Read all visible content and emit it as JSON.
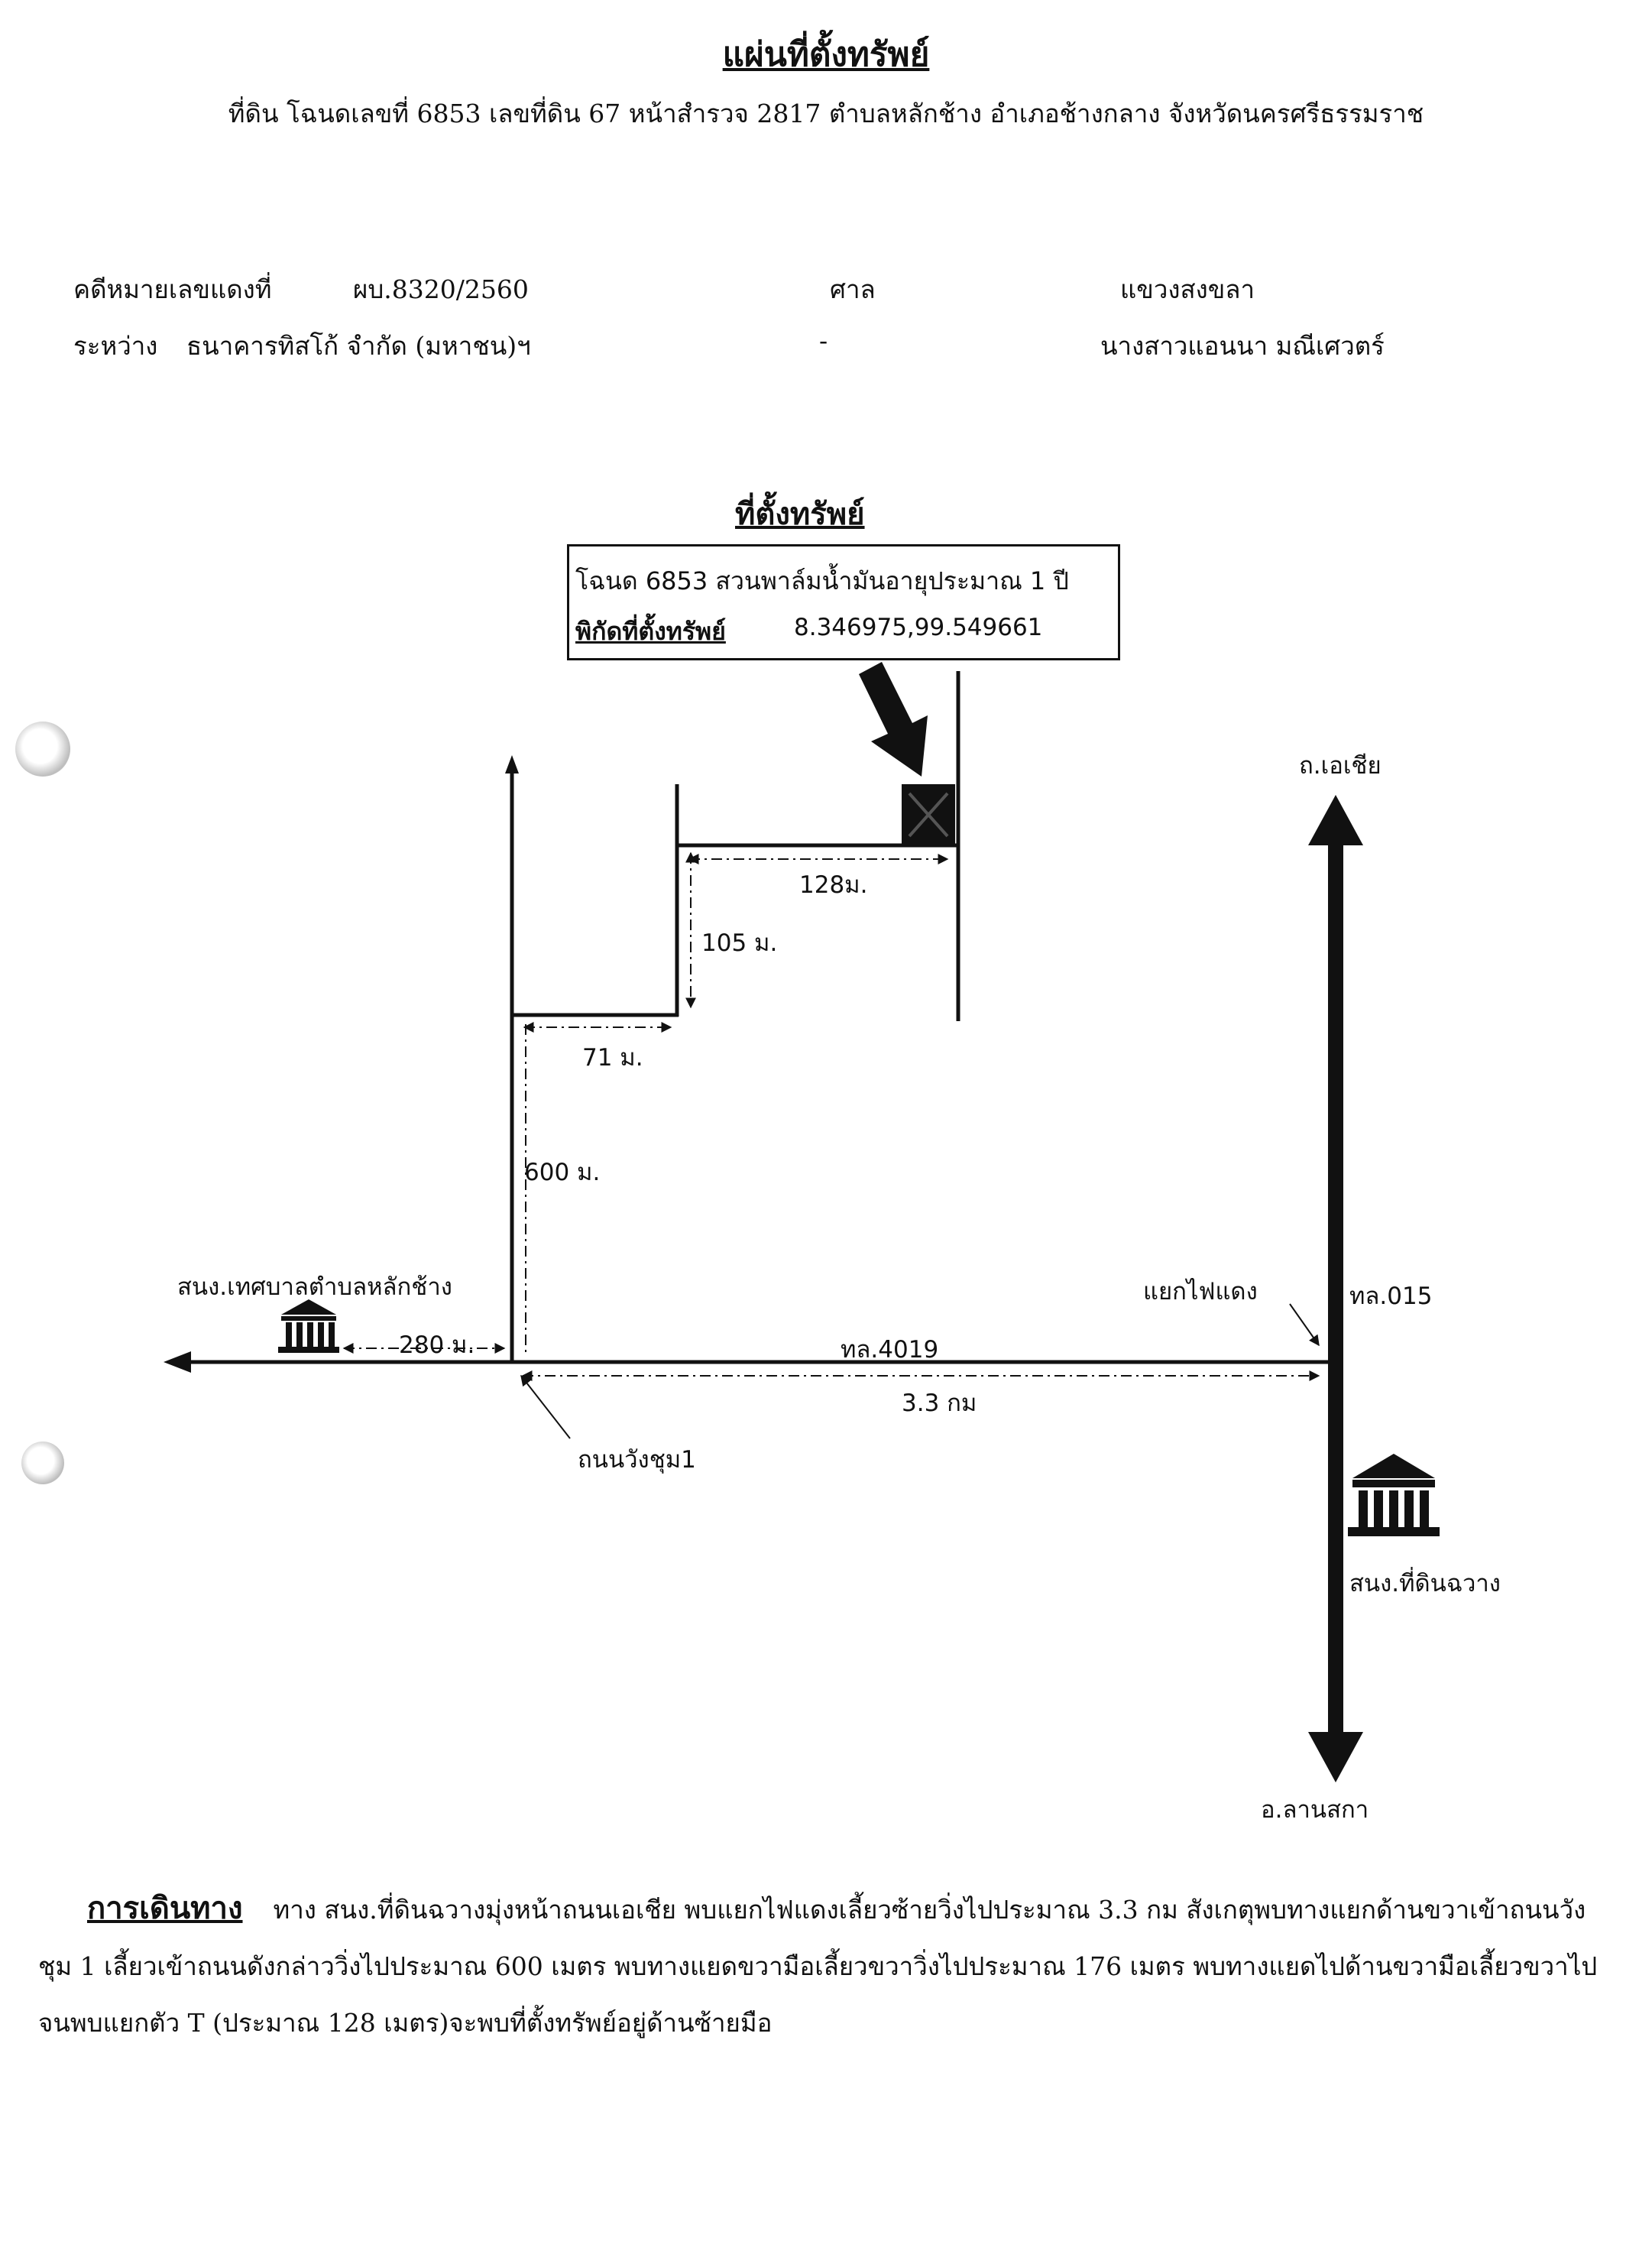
{
  "header": {
    "title": "แผ่นที่ตั้งทรัพย์",
    "subtitle": "ที่ดิน โฉนดเลขที่ 6853 เลขที่ดิน 67 หน้าสำรวจ 2817 ตำบลหลักช้าง อำเภอช้างกลาง จังหวัดนครศรีธรรมราช"
  },
  "case": {
    "case_label": "คดีหมายเลขแดงที่",
    "case_number": "ผบ.8320/2560",
    "court_label": "ศาล",
    "court_name": "แขวงสงขลา",
    "between_label": "ระหว่าง",
    "plaintiff": "ธนาคารทิสโก้ จำกัด (มหาชน)ฯ",
    "dash": "-",
    "defendant": "นางสาวแอนนา มณีเศวตร์"
  },
  "location": {
    "title": "ที่ตั้งทรัพย์",
    "deed_line": "โฉนด 6853 สวนพาล์มน้ำมันอายุประมาณ 1 ปี",
    "coord_label": "พิกัดที่ตั้งทรัพย์",
    "coord_value": "8.346975,99.549661"
  },
  "map": {
    "asia_road": "ถ.เอเชีย",
    "dist_128": "128ม.",
    "dist_105": "105 ม.",
    "dist_71": "71 ม.",
    "dist_600": "600 ม.",
    "municipal_office": "สนง.เทศบาลตำบลหลักช้าง",
    "dist_280": "280 ม.",
    "highway_4019": "ทล.4019",
    "traffic_light": "แยกไฟแดง",
    "highway_015": "ทล.015",
    "dist_3_3km": "3.3 กม",
    "wang_chum_road": "ถนนวังชุม1",
    "land_office": "สนง.ที่ดินฉวาง",
    "lan_saka": "อ.ลานสกา"
  },
  "directions": {
    "heading": "การเดินทาง",
    "text": "ทาง สนง.ที่ดินฉวางมุ่งหน้าถนนเอเชีย พบแยกไฟแดงเลี้ยวซ้ายวิ่งไปประมาณ 3.3 กม สังเกตุพบทางแยกด้านขวาเข้าถนนวังชุม 1 เลี้ยวเข้าถนนดังกล่าววิ่งไปประมาณ 600 เมตร พบทางแยดขวามือเลี้ยวขวาวิ่งไปประมาณ 176 เมตร พบทางแยดไปด้านขวามือเลี้ยวขวาไปจนพบแยกตัว T (ประมาณ 128 เมตร)จะพบที่ตั้งทรัพย์อยู่ด้านซ้ายมือ"
  }
}
